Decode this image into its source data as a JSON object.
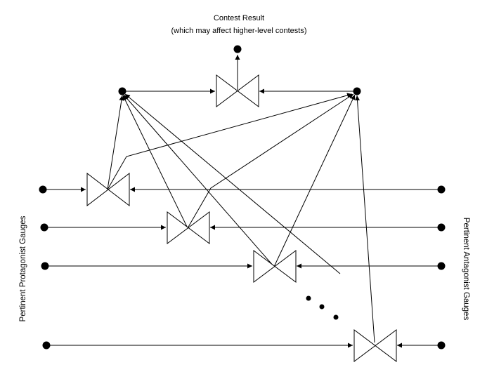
{
  "title": "Contest Result",
  "subtitle": "(which may affect higher-level contests)",
  "left_label": "Pertinent Protagonist Gauges",
  "right_label": "Pertinent Antagonist Gauges",
  "colors": {
    "ink": "#000000",
    "background": "#ffffff"
  }
}
